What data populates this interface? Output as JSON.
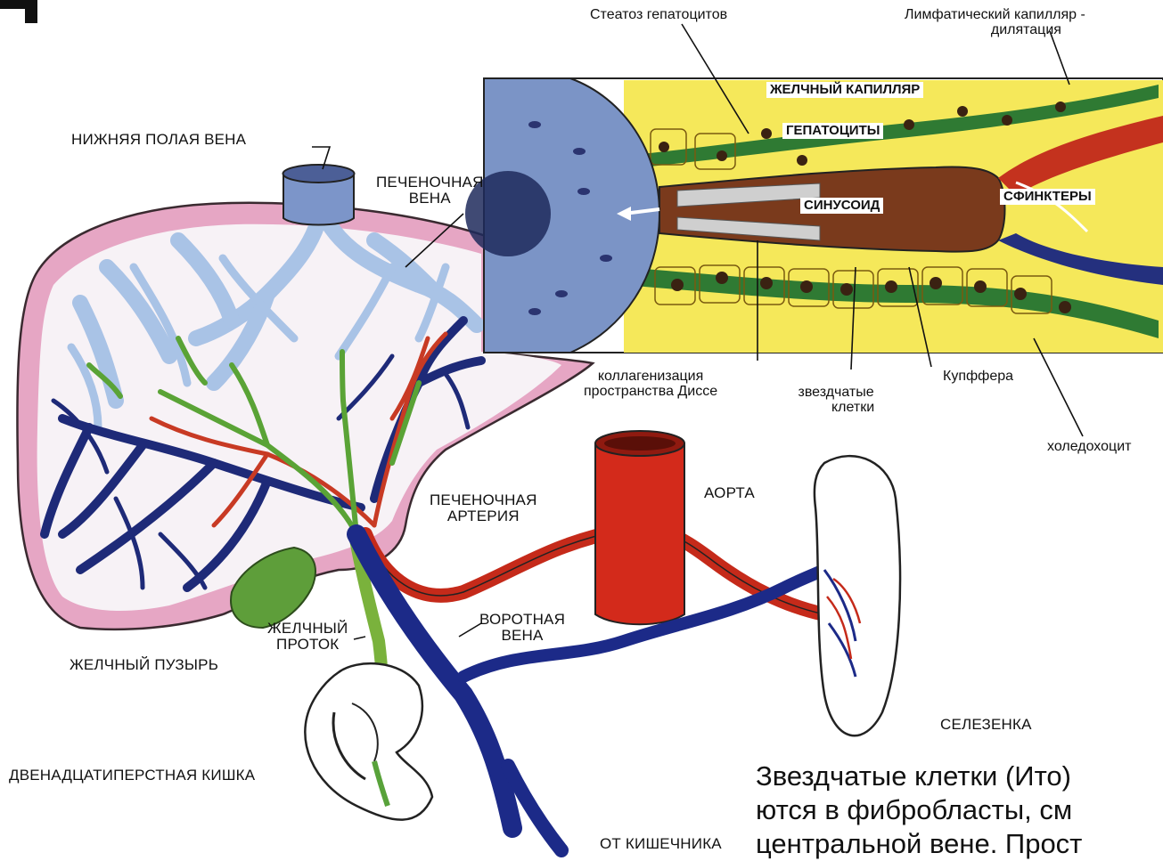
{
  "labels": {
    "steatosis": "Стеатоз гепатоцитов",
    "lymph": [
      "Лимфатический капилляр -",
      "дилятация"
    ],
    "bile_capillary": "ЖЕЛЧНЫЙ КАПИЛЛЯР",
    "hepatocytes": "ГЕПАТОЦИТЫ",
    "sinusoid": "СИНУСОИД",
    "sphincters": "СФИНКТЕРЫ",
    "ivc": "НИЖНЯЯ ПОЛАЯ ВЕНА",
    "hepatic_vein": [
      "ПЕЧЕНОЧНАЯ",
      "ВЕНА"
    ],
    "collagen": [
      "коллагенизация",
      "пространства Диссе"
    ],
    "stellate": [
      "звездчатые",
      "клетки"
    ],
    "kupffer": "Купффера",
    "choledochocyte": "холедохоцит",
    "hepatic_artery": [
      "ПЕЧЕНОЧНАЯ",
      "АРТЕРИЯ"
    ],
    "aorta": "АОРТА",
    "portal_vein": [
      "ВОРОТНАЯ",
      "ВЕНА"
    ],
    "bile_duct": [
      "ЖЕЛЧНЫЙ",
      "ПРОТОК"
    ],
    "gallbladder": "ЖЕЛЧНЫЙ ПУЗЫРЬ",
    "spleen": "СЕЛЕЗЕНКА",
    "duodenum": "ДВЕНАДЦАТИПЕРСТНАЯ КИШКА",
    "from_intestine": "ОТ КИШЕЧНИКА"
  },
  "body_text": [
    "Звездчатые клетки (Ито)",
    "ются в фибробласты, см",
    "центральной вене. Прост"
  ]
}
